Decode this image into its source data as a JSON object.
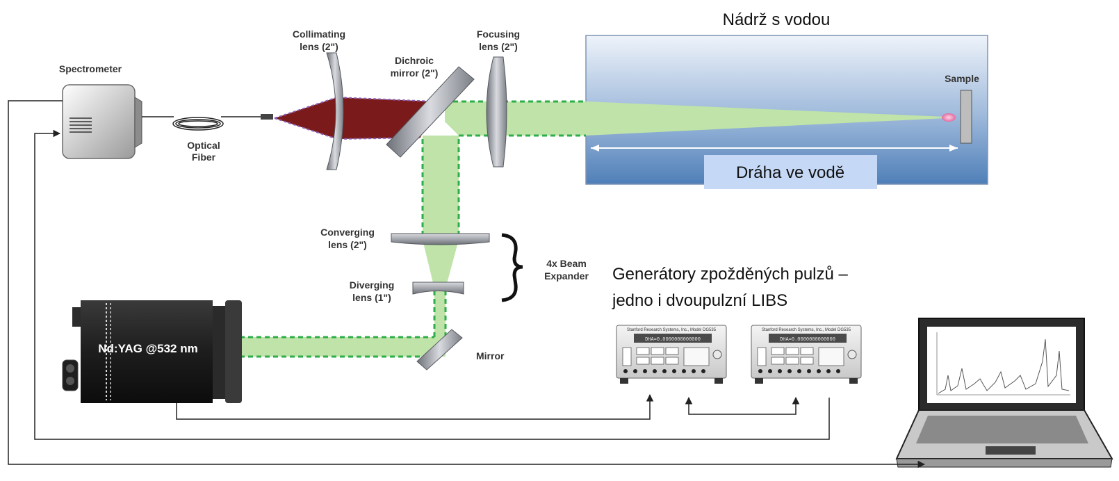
{
  "labels": {
    "spectrometer": "Spectrometer",
    "optical_fiber_line1": "Optical",
    "optical_fiber_line2": "Fiber",
    "collimating_line1": "Collimating",
    "collimating_line2": "lens (2\")",
    "dichroic_line1": "Dichroic",
    "dichroic_line2": "mirror (2\")",
    "focusing_line1": "Focusing",
    "focusing_line2": "lens (2\")",
    "sample": "Sample",
    "converging_line1": "Converging",
    "converging_line2": "lens (2\")",
    "diverging_line1": "Diverging",
    "diverging_line2": "lens (1\")",
    "beam_expander_line1": "4x Beam",
    "beam_expander_line2": "Expander",
    "mirror": "Mirror",
    "laser": "Nd:YAG @532 nm"
  },
  "annotations": {
    "tank_title": "Nádrž s vodou",
    "path_in_water": "Dráha ve vodě",
    "generators_line1": "Generátory zpožděných pulzů –",
    "generators_line2": "jedno i dvoupulzní LIBS"
  },
  "generator_device": {
    "header": "Stanford Research Systems, Inc., Model DG535",
    "display": "DHA=0.0000000000000"
  },
  "colors": {
    "beam_green": "#bfe3a8",
    "beam_dashed": "#2eae4a",
    "plasma_red": "#7a1a1a",
    "tank_top": "#eef3fa",
    "tank_bottom": "#4f7fb8",
    "path_label_bg": "#c5d9f7"
  }
}
